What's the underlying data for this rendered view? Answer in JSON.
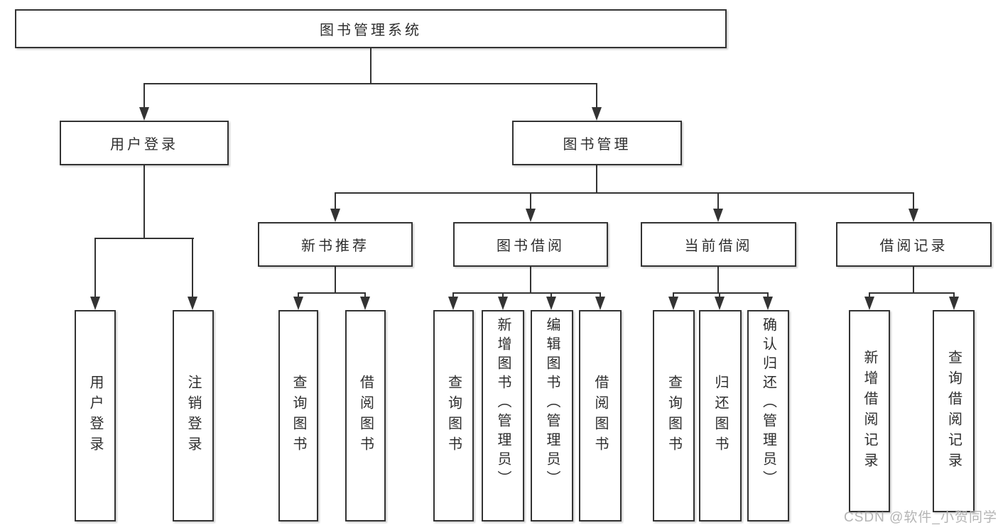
{
  "diagram_type": "hierarchy-tree",
  "tree": {
    "label": "图书管理系统",
    "children": [
      {
        "label": "用户登录",
        "children": [
          {
            "label": "用户登录"
          },
          {
            "label": "注销登录"
          }
        ]
      },
      {
        "label": "图书管理",
        "children": [
          {
            "label": "新书推荐",
            "children": [
              {
                "label": "查询图书"
              },
              {
                "label": "借阅图书"
              }
            ]
          },
          {
            "label": "图书借阅",
            "children": [
              {
                "label": "查询图书"
              },
              {
                "label": "新增图书（管理员）"
              },
              {
                "label": "编辑图书（管理员）"
              },
              {
                "label": "借阅图书"
              }
            ]
          },
          {
            "label": "当前借阅",
            "children": [
              {
                "label": "查询图书"
              },
              {
                "label": "归还图书"
              },
              {
                "label": "确认归还（管理员）"
              }
            ]
          },
          {
            "label": "借阅记录",
            "children": [
              {
                "label": "新增借阅记录"
              },
              {
                "label": "查询借阅记录"
              }
            ]
          }
        ]
      }
    ]
  },
  "watermark": {
    "text": "CSDN @软件_小贺同学"
  },
  "colors": {
    "line": "#333333",
    "box_border": "#333333",
    "box_fill": "#ffffff",
    "text": "#2e2e2e",
    "watermark": "#b4b4b4",
    "background": "#ffffff"
  }
}
